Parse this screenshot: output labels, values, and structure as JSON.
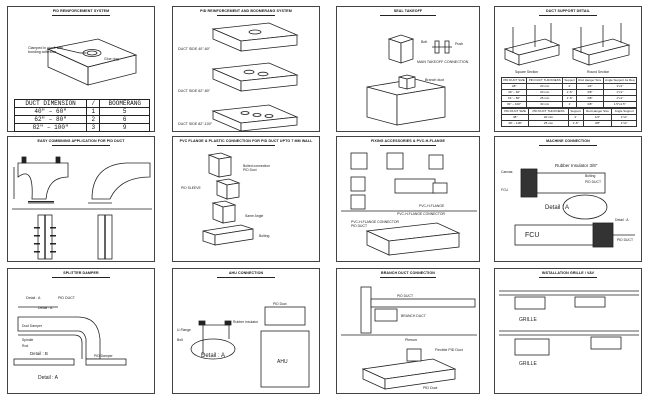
{
  "panels": [
    {
      "id": "p1",
      "title": "PID REINFORCEMENT SYSTEM"
    },
    {
      "id": "p2",
      "title": "PID REINFORCEMENT AND BOOMERANG SYSTEM"
    },
    {
      "id": "p3",
      "title": "SEAL TAKEOFF"
    },
    {
      "id": "p4",
      "title": "DUCT SUPPORT DETAIL"
    },
    {
      "id": "p5",
      "title": "EASY COMBINING APPLICATION FOR PID DUCT"
    },
    {
      "id": "p6",
      "title": "PVC FLANGE & PLASTIC CONNECTION FOR PID DUCT UPTO 7 MM WALL"
    },
    {
      "id": "p7",
      "title": "FIXING ACCESSORIES & PVC-H-FLANGE"
    },
    {
      "id": "p8",
      "title": "MACHINE CONNECTION"
    },
    {
      "id": "p9",
      "title": "SPLITTER DAMPER"
    },
    {
      "id": "p10",
      "title": "AHU CONNECTION"
    },
    {
      "id": "p11",
      "title": "BRANCH DUCT CONNECTION"
    },
    {
      "id": "p12",
      "title": "INSTALLATION GRILLE / VAV"
    }
  ],
  "p1": {
    "callout": [
      "Clamped in place with",
      "bonding adhesive",
      "Glue ring"
    ],
    "table": {
      "headers": [
        "DUCT DIMENSION",
        "/",
        "BOOMERANG"
      ],
      "rows": [
        [
          "40\" – 60\"",
          "1",
          "5"
        ],
        [
          "62\" – 80\"",
          "2",
          "6"
        ],
        [
          "82\" – 100\"",
          "3",
          "9"
        ]
      ]
    }
  },
  "p2": {
    "labels": [
      "DUCT SIDE 40\"-60\"",
      "DUCT SIDE 62\"-80\"",
      "DUCT SIDE 82\"-100\""
    ]
  },
  "p3": {
    "labels": [
      "Bolt",
      "Push",
      "MAIN TAKEOFF CONNECTION",
      "Branch duct"
    ]
  },
  "p4": {
    "captions": [
      "Square Section",
      "Round Section"
    ],
    "tables": [
      {
        "headers": [
          "PID DUCT SIZE",
          "PID DUCT THICKNESS",
          "Support",
          "Rod Hanger Size",
          "Angle Support As Req"
        ],
        "rows": [
          [
            "48\"",
            "20 mm",
            "2'",
            "1/4\"",
            "1\"x1\""
          ],
          [
            "49\" – 60\"",
            "20 mm",
            "1'-6\"",
            "3/8\"",
            "1\"x1\""
          ],
          [
            "61\" – 80\"",
            "25 mm",
            "1'-6\"",
            "3/8\"",
            "1\"x1\""
          ],
          [
            "81\" – 100\"",
            "30 mm",
            "1'",
            "3/8\"",
            "1.5\"x1.5\""
          ]
        ]
      },
      {
        "headers": [
          "PID DUCT SIZE",
          "PID DUCT THICKNESS",
          "Support",
          "Rod Hanger Size",
          "Angle Support"
        ],
        "rows": [
          [
            "48\"",
            "20 mm",
            "2'",
            "1/4\"",
            "1\"x1\""
          ],
          [
            "49\" – 100\"",
            "25 mm",
            "1'-6\"",
            "3/8\"",
            "1\"x1\""
          ]
        ]
      }
    ]
  },
  "p5": {
    "labels": []
  },
  "p6": {
    "labels": [
      "Bolted connection",
      "PID Duct",
      "PID SLEEVE",
      "Same Angle",
      "Bolting"
    ]
  },
  "p7": {
    "labels": [
      "PVC-H-FLANGE",
      "PID DUCT",
      "PVC-H-FLANGE CONNECTOR",
      "PVC-H-FLANGE CONNECTOR"
    ]
  },
  "p8": {
    "labels": [
      "Rubber Insulator 3/8\"",
      "Canvas",
      "Bolting",
      "PID DUCT",
      "FCU",
      "Detail : A",
      "Detail : A",
      "FCU",
      "PID DUCT"
    ]
  },
  "p9": {
    "labels": [
      "Detail : A",
      "PID DUCT",
      "Detail : A",
      "Duct Damper",
      "Spindle",
      "Rod",
      "Detail : B",
      "PID Damper",
      "Detail : A"
    ]
  },
  "p10": {
    "labels": [
      "U-Flange",
      "Rubber Insulator",
      "Bolt",
      "PID Duct",
      "Detail : A",
      "AHU"
    ]
  },
  "p11": {
    "labels": [
      "PID DUCT",
      "BRANCH DUCT",
      "Plenum"
    ],
    "sub": "Plenum",
    "sub_labels": [
      "Flexible PID Duct",
      "PID Duct"
    ]
  },
  "p12": {
    "labels": [
      "GRILLE",
      "GRILLE"
    ]
  }
}
